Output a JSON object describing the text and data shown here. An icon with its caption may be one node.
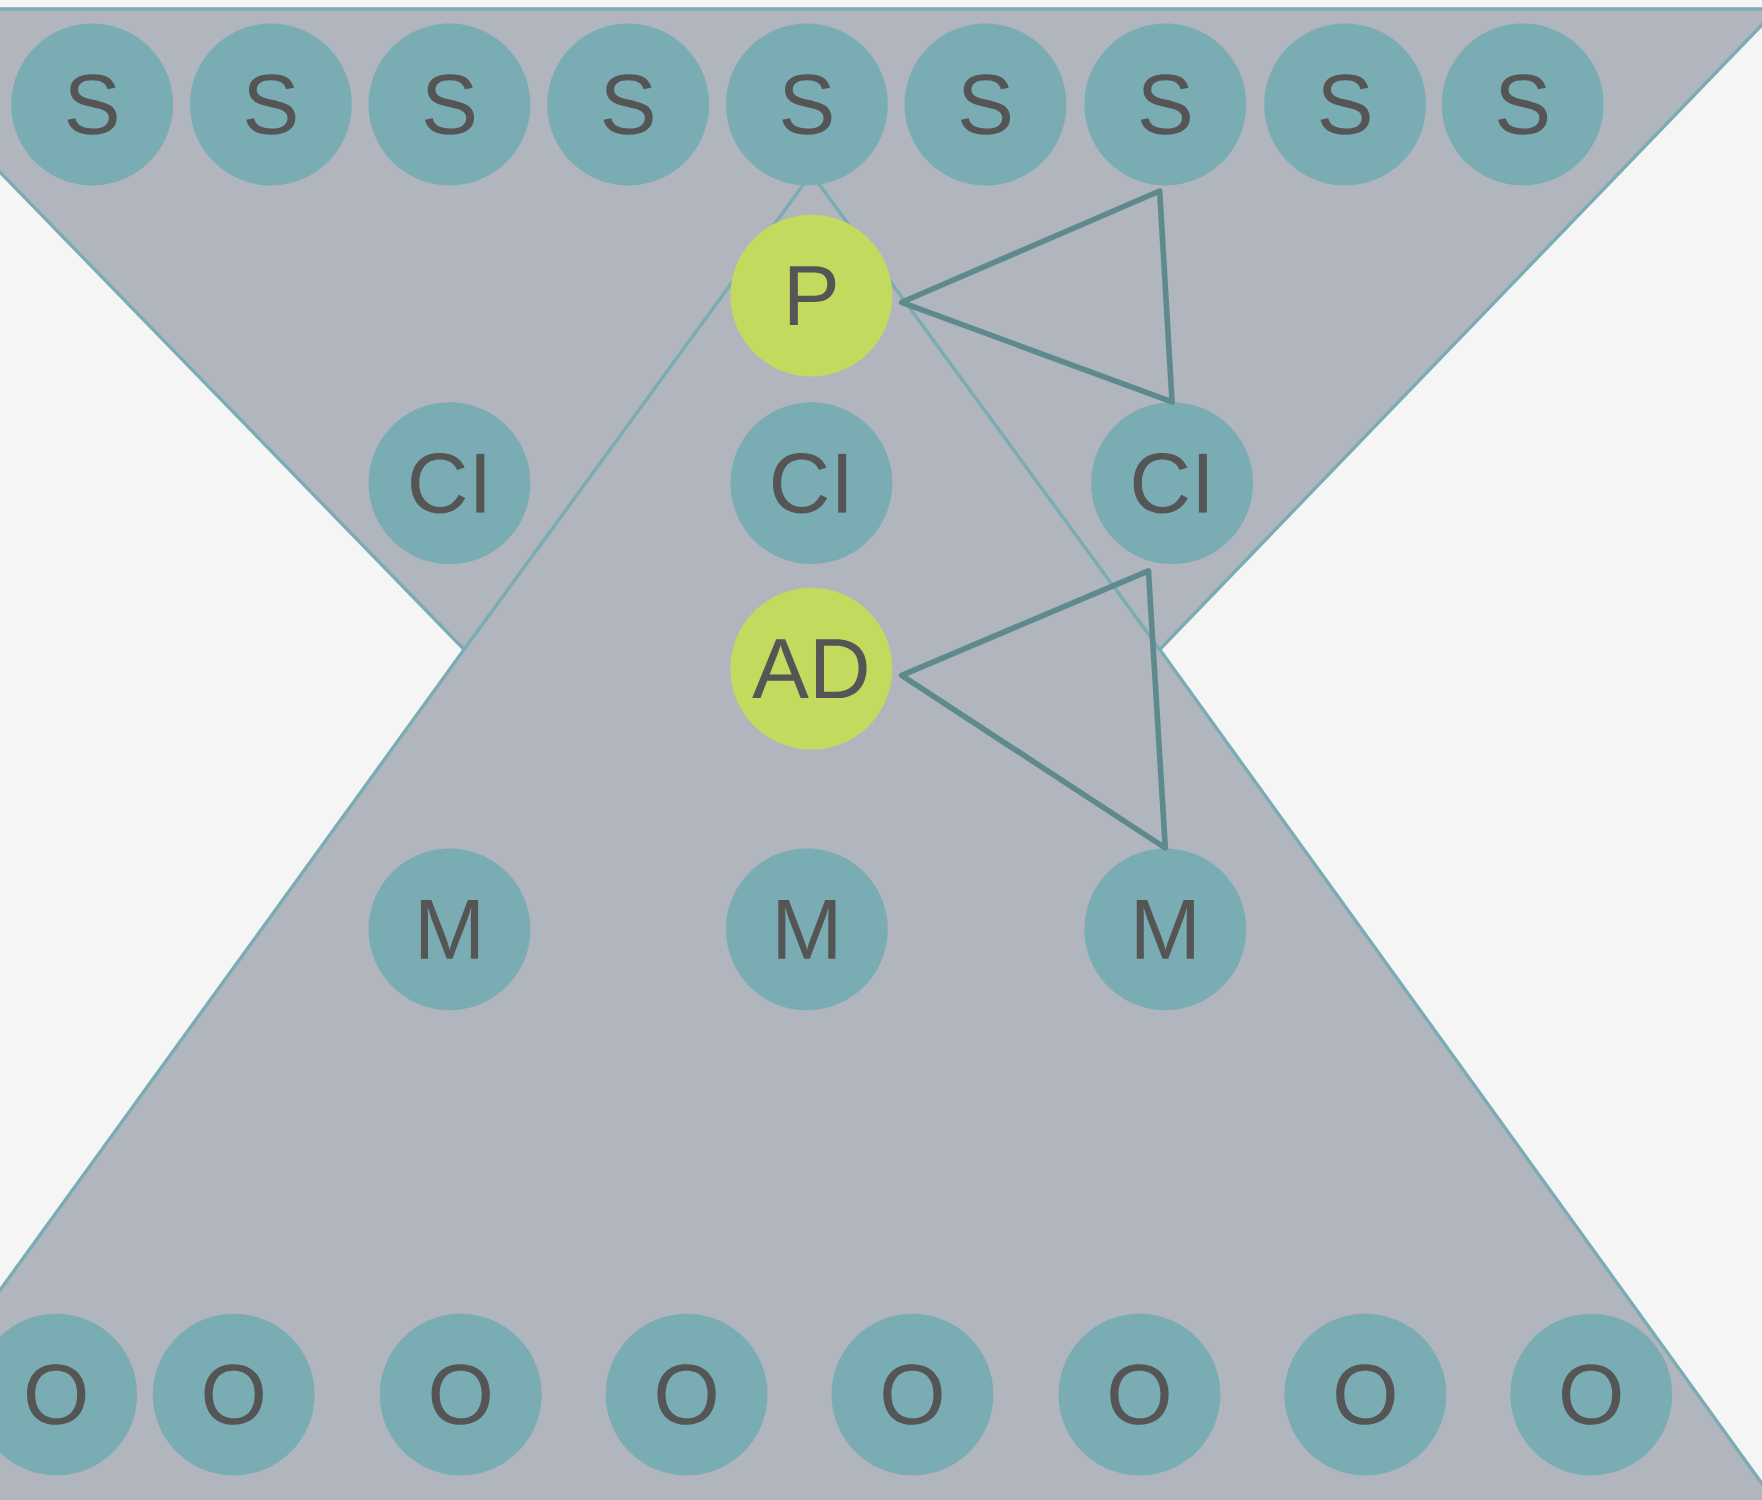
{
  "diagram": {
    "nodes": [
      {
        "text": [
          "S"
        ]
      },
      {
        "text": [
          "S"
        ]
      },
      {
        "text": [
          "S"
        ]
      },
      {
        "text": [
          "S"
        ]
      },
      {
        "text": [
          "S"
        ]
      },
      {
        "text": [
          "S"
        ]
      },
      {
        "text": [
          "S"
        ]
      },
      {
        "text": [
          "S"
        ]
      },
      {
        "text": [
          "S"
        ]
      },
      {
        "text": [
          "P"
        ]
      },
      {
        "text": [
          "CI"
        ]
      },
      {
        "text": [
          "CI"
        ]
      },
      {
        "text": [
          "CI"
        ]
      },
      {
        "text": [
          "AD"
        ]
      },
      {
        "text": [
          "M"
        ]
      },
      {
        "text": [
          "M"
        ]
      },
      {
        "text": [
          "M"
        ]
      },
      {
        "text": [
          "O"
        ]
      },
      {
        "text": [
          "O"
        ]
      },
      {
        "text": [
          "O"
        ]
      },
      {
        "text": [
          "O"
        ]
      },
      {
        "text": [
          "O"
        ]
      },
      {
        "text": [
          "O"
        ]
      },
      {
        "text": [
          "O"
        ]
      },
      {
        "text": [
          "O"
        ]
      }
    ],
    "edges": [
      {
        "from": 9,
        "to": 12,
        "arrow": "none"
      },
      {
        "from": 13,
        "to": 16,
        "arrow": "none"
      }
    ]
  }
}
